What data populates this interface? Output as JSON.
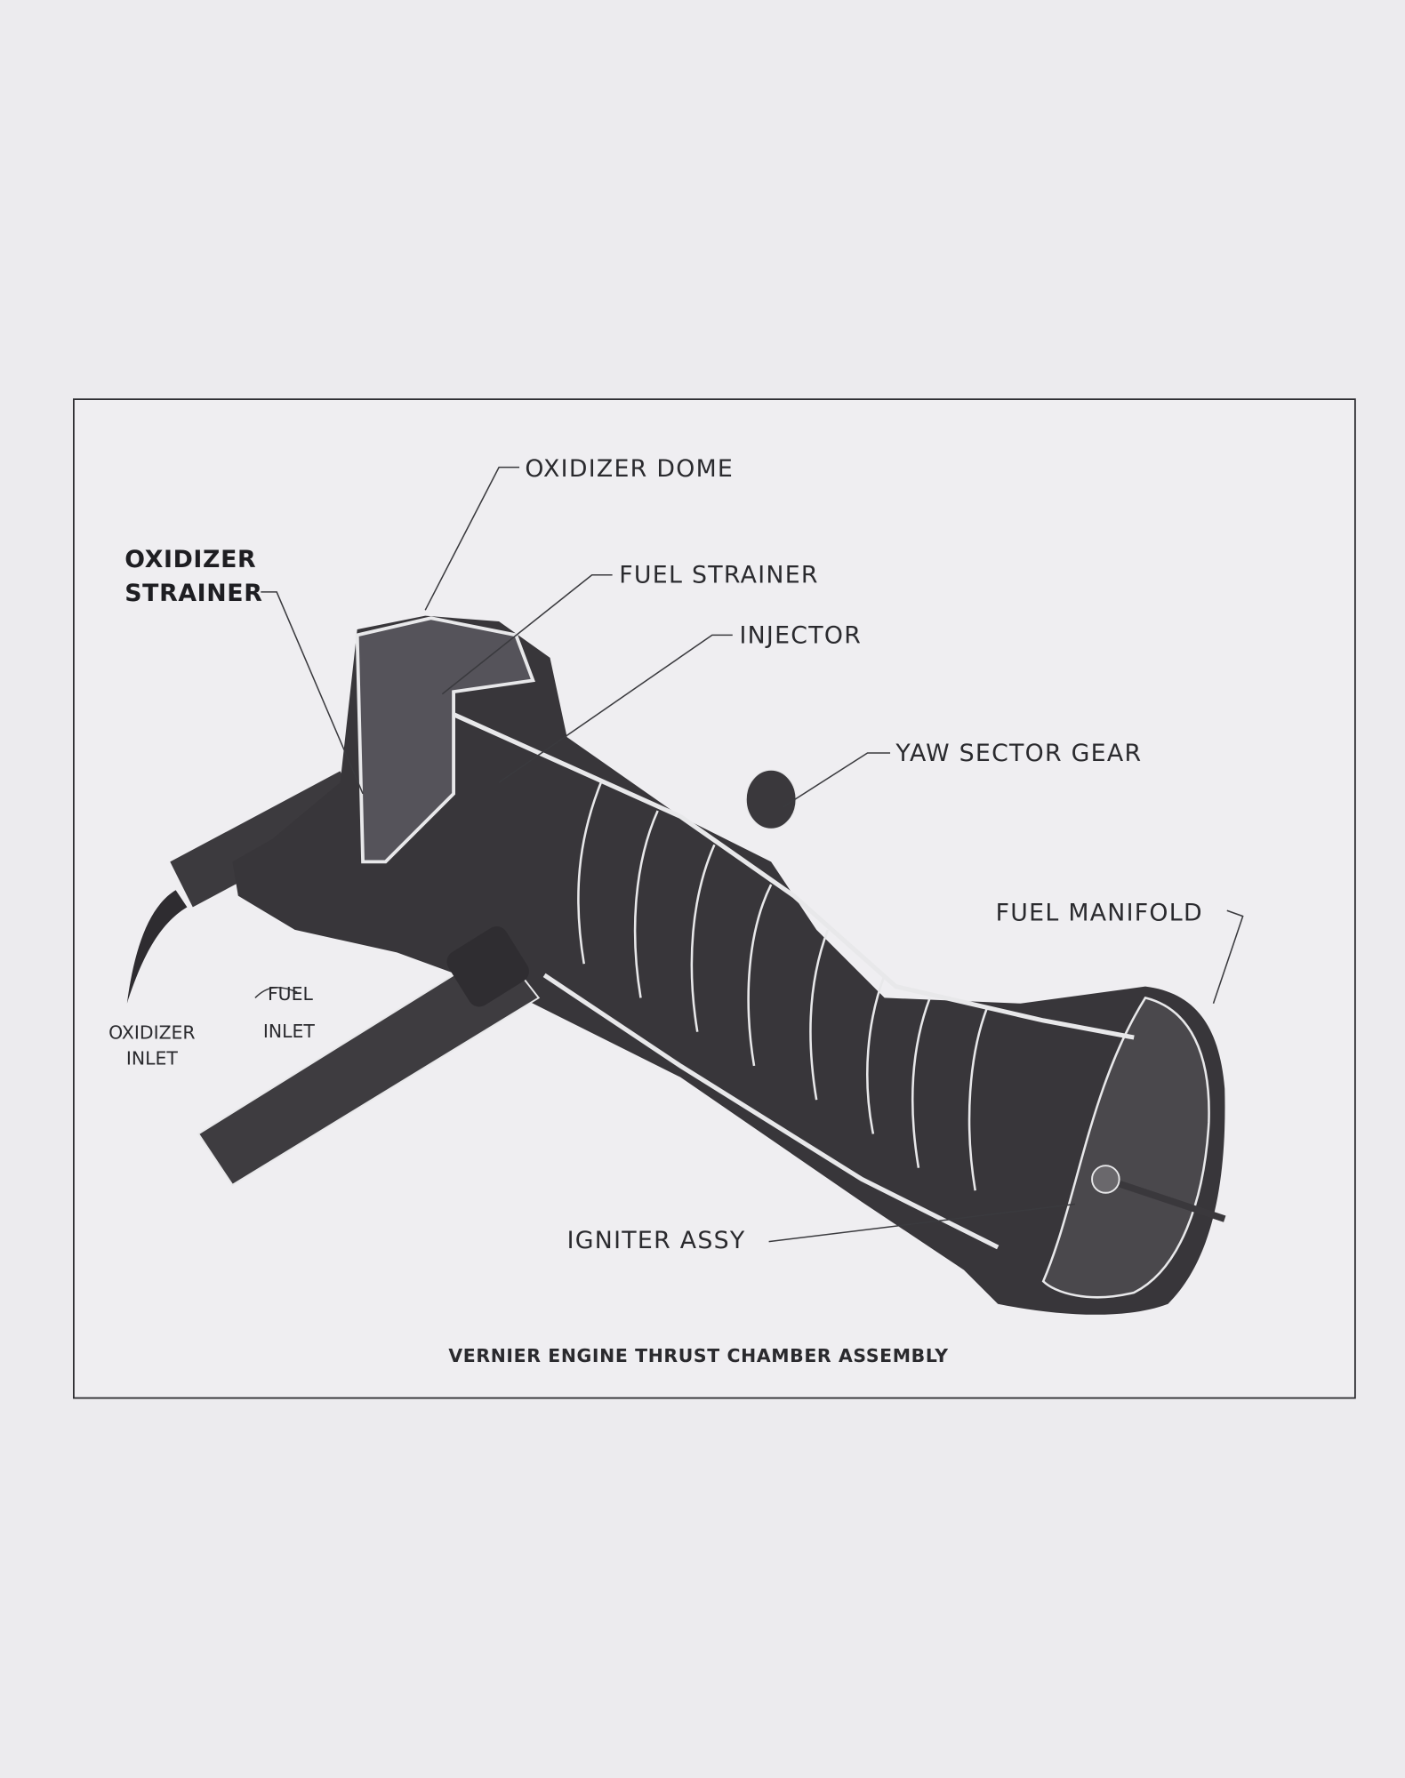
{
  "figure": {
    "caption": "VERNIER ENGINE THRUST CHAMBER ASSEMBLY",
    "labels": {
      "oxidizer_dome": "OXIDIZER DOME",
      "oxidizer_strainer_1": "OXIDIZER",
      "oxidizer_strainer_2": "STRAINER",
      "fuel_strainer": "FUEL STRAINER",
      "injector": "INJECTOR",
      "yaw_sector_gear": "YAW SECTOR GEAR",
      "fuel_manifold": "FUEL MANIFOLD",
      "oxidizer_inlet_1": "OXIDIZER",
      "oxidizer_inlet_2": "INLET",
      "fuel_inlet_1": "FUEL",
      "fuel_inlet_2": "INLET",
      "igniter_assy": "IGNITER ASSY"
    }
  }
}
